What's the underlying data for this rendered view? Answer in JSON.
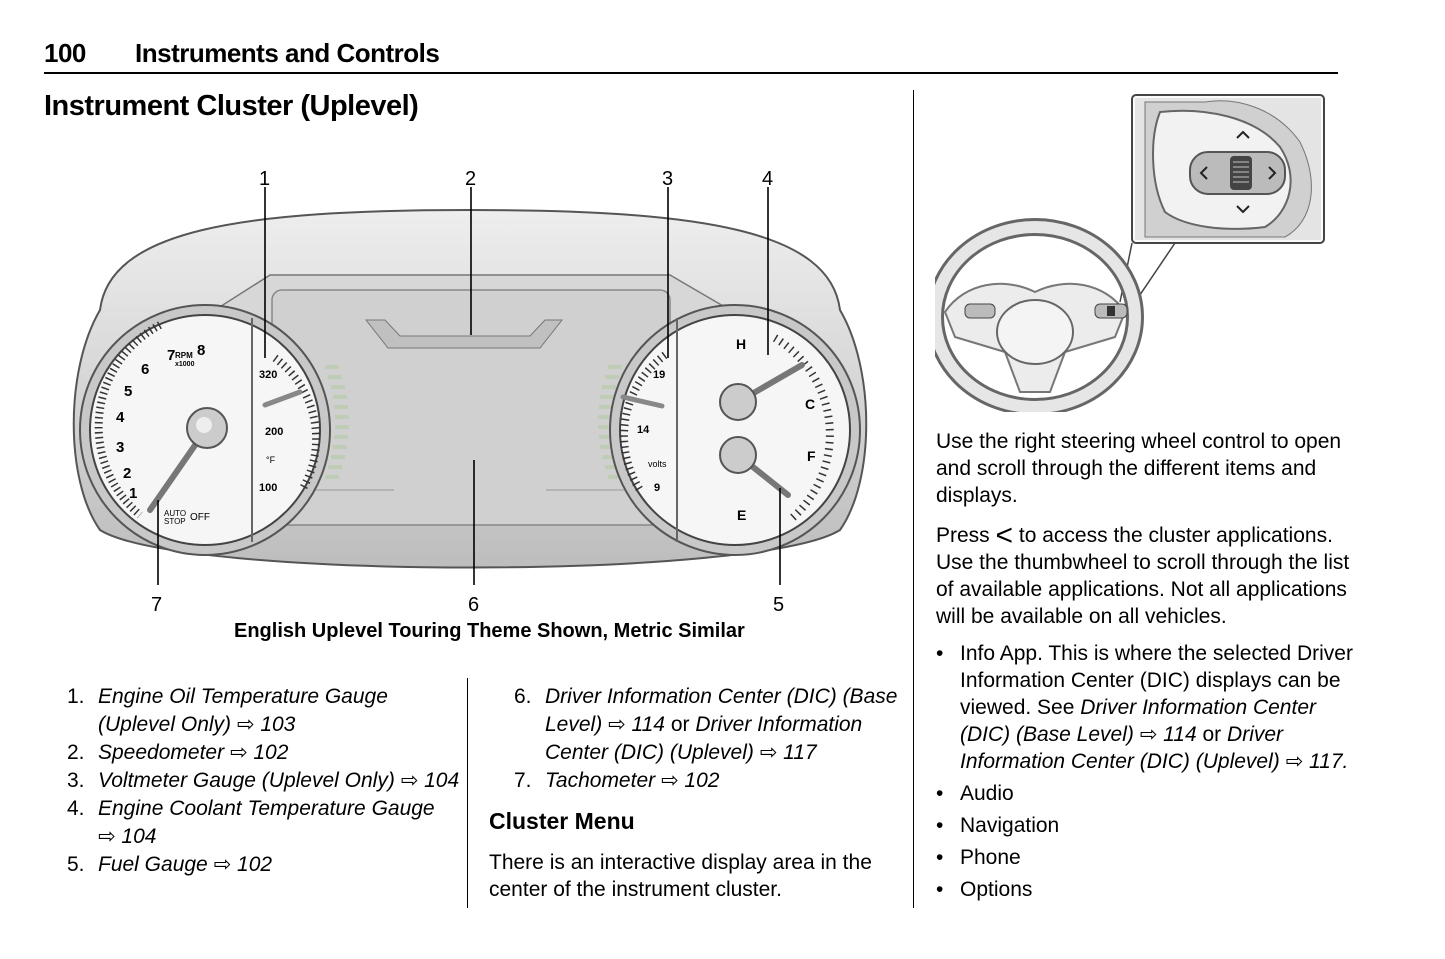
{
  "header": {
    "page_number": "100",
    "chapter": "Instruments and Controls"
  },
  "section_title": "Instrument Cluster (Uplevel)",
  "figure": {
    "callouts": [
      "1",
      "2",
      "3",
      "4",
      "5",
      "6",
      "7"
    ],
    "caption": "English Uplevel Touring Theme Shown, Metric Similar",
    "tach": {
      "numbers": [
        "1",
        "2",
        "3",
        "4",
        "5",
        "6",
        "7",
        "8"
      ],
      "rpm_label": "RPM",
      "unit_label": "x1000",
      "auto_stop_1": "AUTO",
      "auto_stop_2": "STOP",
      "off_label": "OFF"
    },
    "oil_temp": {
      "numbers": [
        "320",
        "200",
        "100"
      ],
      "unit": "°F"
    },
    "volt": {
      "numbers": [
        "19",
        "14",
        "9"
      ],
      "unit": "volts"
    },
    "temp": {
      "hot": "H",
      "cold": "C"
    },
    "fuel": {
      "full": "F",
      "empty": "E"
    }
  },
  "list_left": [
    {
      "num": "1.",
      "text": "Engine Oil Temperature Gauge (Uplevel Only)",
      "ref": "⇨ 103"
    },
    {
      "num": "2.",
      "text": "Speedometer",
      "ref": "⇨ 102"
    },
    {
      "num": "3.",
      "text": "Voltmeter Gauge (Uplevel Only)",
      "ref": "⇨ 104"
    },
    {
      "num": "4.",
      "text": "Engine Coolant Temperature Gauge",
      "ref": "⇨ 104"
    },
    {
      "num": "5.",
      "text": "Fuel Gauge",
      "ref": "⇨ 102"
    }
  ],
  "list_right": [
    {
      "num": "6.",
      "t1": "Driver Information Center (DIC) (Base Level)",
      "r1": "⇨ 114",
      "or": "or",
      "t2": "Driver Information Center (DIC) (Uplevel)",
      "r2": "⇨ 117"
    },
    {
      "num": "7.",
      "t1": "Tachometer",
      "r1": "⇨ 102"
    }
  ],
  "cluster_menu": {
    "heading": "Cluster Menu",
    "body": "There is an interactive display area in the center of the instrument cluster."
  },
  "right_col": {
    "p1": "Use the right steering wheel control to open and scroll through the different items and displays.",
    "p2_a": "Press",
    "p2_sym": "<",
    "p2_b": "to access the cluster applications. Use the thumbwheel to scroll through the list of available applications. Not all applications will be available on all vehicles.",
    "bullet": "•",
    "info_app_a": "Info App. This is where the selected Driver Information Center (DIC) displays can be viewed. See",
    "info_app_l1": "Driver Information Center (DIC) (Base Level)",
    "info_app_r1": "⇨ 114",
    "info_app_or": "or",
    "info_app_l2": "Driver Information Center (DIC) (Uplevel)",
    "info_app_r2": "⇨ 117.",
    "bullets": [
      "Audio",
      "Navigation",
      "Phone",
      "Options"
    ]
  }
}
